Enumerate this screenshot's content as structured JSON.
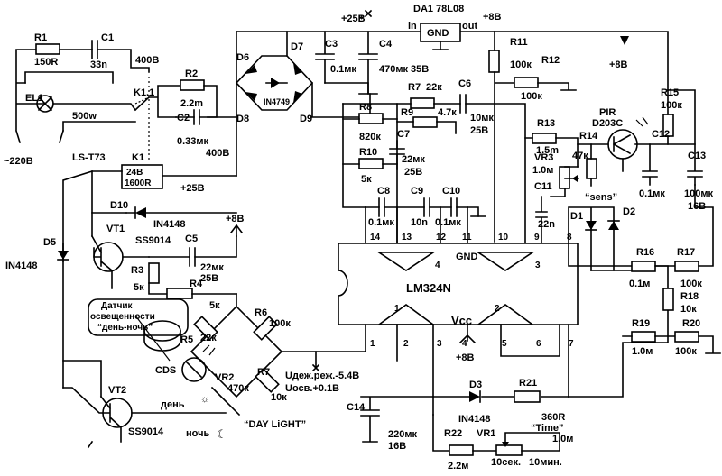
{
  "mains": "~220В",
  "lamp": {
    "ref": "EL1",
    "power": "500w"
  },
  "r1": {
    "ref": "R1",
    "value": "150R"
  },
  "c1": {
    "ref": "C1",
    "value": "33n"
  },
  "c1_volt": "400В",
  "r2": {
    "ref": "R2",
    "value": "2.2m"
  },
  "k11": "K1.1",
  "c2": {
    "ref": "C2",
    "value": "0.33мк",
    "volt": "400В"
  },
  "relay": {
    "type": "LS-T73",
    "ref": "K1",
    "coil1": "24В",
    "coil2": "1600R"
  },
  "plus25": "+25В",
  "plus8": "+8В",
  "d6": "D6",
  "d7": "D7",
  "d8": "D8",
  "d9": "D9",
  "zener": "IN4749",
  "c3": {
    "ref": "C3",
    "value": "0.1мк"
  },
  "c4": {
    "ref": "C4",
    "value": "470мк 35В"
  },
  "da1": {
    "ref": "DA1 78L08",
    "in": "in",
    "gnd": "GND",
    "out": "out"
  },
  "r11": {
    "ref": "R11",
    "value": "100к"
  },
  "r12": {
    "ref": "R12",
    "value": "100к"
  },
  "r7": {
    "ref": "R7",
    "value": "22к"
  },
  "c6": {
    "ref": "C6",
    "value": "10мк",
    "volt": "25В"
  },
  "r8": {
    "ref": "R8",
    "value": "820к"
  },
  "r9": {
    "ref": "R9",
    "value": "4.7к"
  },
  "c7": {
    "ref": "C7",
    "value": "22мк",
    "volt": "25В"
  },
  "r10": {
    "ref": "R10",
    "value": "5к"
  },
  "r13": {
    "ref": "R13",
    "value": "1.5m"
  },
  "pir": {
    "ref": "PIR",
    "model": "D203C"
  },
  "r15": {
    "ref": "R15",
    "value": "100к"
  },
  "r14": {
    "ref": "R14",
    "value": "47к"
  },
  "vr3": {
    "ref": "VR3",
    "value": "1.0м",
    "name": "“sens”"
  },
  "c12": {
    "ref": "C12",
    "value": "0.1мк"
  },
  "c13": {
    "ref": "C13",
    "value": "100мк",
    "volt": "16В"
  },
  "c8": {
    "ref": "C8",
    "value": "0.1мк"
  },
  "c9": {
    "ref": "C9",
    "value": "10n"
  },
  "c10": {
    "ref": "C10",
    "value": "0.1мк"
  },
  "c11": {
    "ref": "C11",
    "value": "22n"
  },
  "d1": "D1",
  "d2": "D2",
  "d10": {
    "ref": "D10",
    "type": "IN4148"
  },
  "d5": {
    "ref": "D5",
    "type": "IN4148"
  },
  "vt1": {
    "ref": "VT1",
    "type": "SS9014"
  },
  "vt2": {
    "ref": "VT2",
    "type": "SS9014"
  },
  "c5": {
    "ref": "C5",
    "value": "22мк",
    "volt": "25В"
  },
  "r3": {
    "ref": "R3",
    "value": "5к"
  },
  "r4": {
    "ref": "R4",
    "value": "5к"
  },
  "r5": {
    "ref": "R5",
    "value": "22к"
  },
  "r6": {
    "ref": "R6",
    "value": "100к"
  },
  "r7b": {
    "ref": "R7",
    "value": "10к"
  },
  "vr2": {
    "ref": "VR2",
    "value": "470к"
  },
  "cds": "CDS",
  "sensor_note": [
    "Датчик",
    "освещенности",
    "“день-ночь”"
  ],
  "day": "день",
  "night": "ночь",
  "daylight": "“DAY LiGHT”",
  "udej": "Uдеж.реж.-5.4В",
  "uosv": "Uосв.+0.1В",
  "ic": {
    "name": "LM324N",
    "gnd": "GND",
    "vcc": "Vcc",
    "u4": "4",
    "u3": "3",
    "u1": "1",
    "u2": "2"
  },
  "pins_top": [
    "14",
    "13",
    "12",
    "11",
    "10",
    "9",
    "8"
  ],
  "pins_bot": [
    "1",
    "2",
    "3",
    "4",
    "5",
    "6",
    "7"
  ],
  "r16": {
    "ref": "R16",
    "value": "0.1м"
  },
  "r17": {
    "ref": "R17",
    "value": "100к"
  },
  "r18": {
    "ref": "R18",
    "value": "10к"
  },
  "r19": {
    "ref": "R19",
    "value": "1.0м"
  },
  "r20": {
    "ref": "R20",
    "value": "100к"
  },
  "c14": {
    "ref": "C14",
    "value": "220мк",
    "volt": "16В"
  },
  "d3": {
    "ref": "D3",
    "type": "IN4148"
  },
  "r21": {
    "ref": "R21",
    "value": "360R"
  },
  "r22": {
    "ref": "R22",
    "value": "2.2м"
  },
  "vr1": {
    "ref": "VR1",
    "value": "1.0м",
    "name": "“Time”",
    "min": "10сек.",
    "max": "10мин."
  }
}
